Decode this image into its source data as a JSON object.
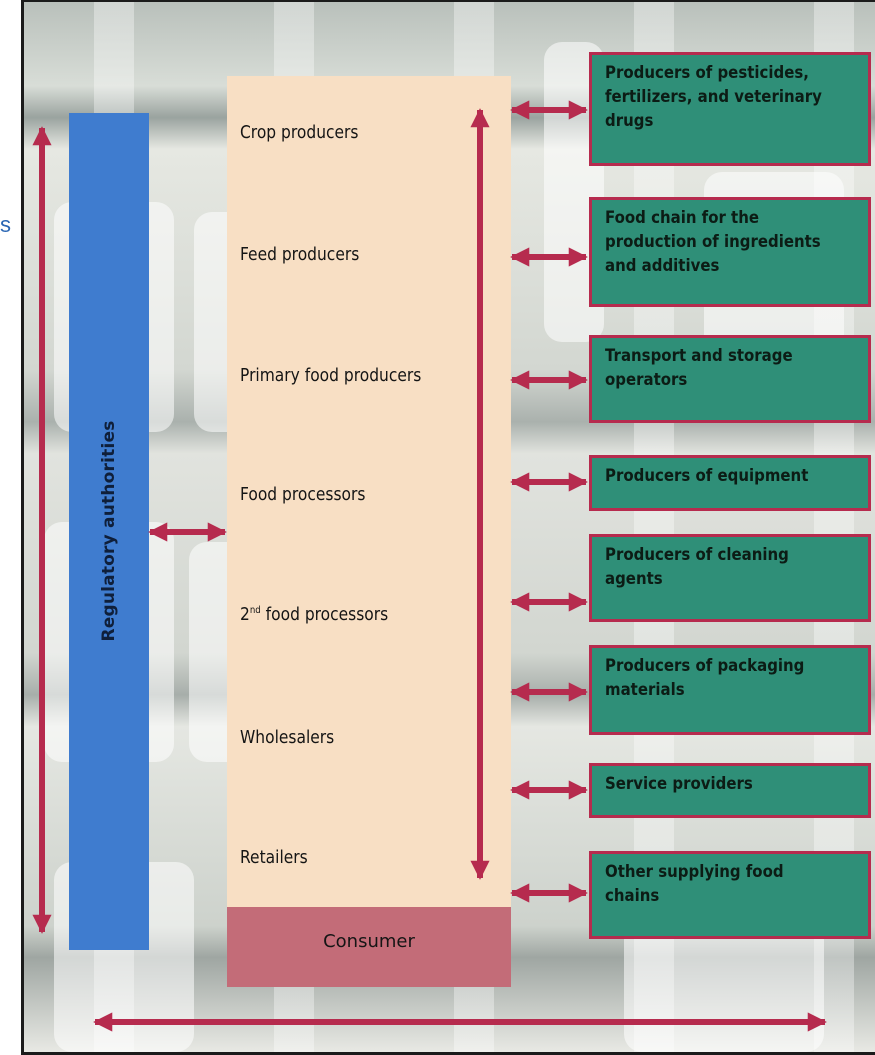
{
  "cut_label": "s",
  "regulatory": {
    "label": "Regulatory authorities"
  },
  "chain": {
    "steps": [
      {
        "label": "Crop producers"
      },
      {
        "label": "Feed producers"
      },
      {
        "label": "Primary food producers"
      },
      {
        "label": "Food processors"
      },
      {
        "label_num": "2",
        "label_sup": "nd",
        "label_rest": " food processors"
      },
      {
        "label": "Wholesalers"
      },
      {
        "label": "Retailers"
      }
    ],
    "consumer": "Consumer"
  },
  "suppliers": [
    {
      "label": "Producers of pesticides, fertilizers, and veterinary drugs"
    },
    {
      "label": "Food chain for the production of ingredients and additives"
    },
    {
      "label": "Transport and storage operators"
    },
    {
      "label": "Producers of equipment"
    },
    {
      "label": "Producers of cleaning agents"
    },
    {
      "label": "Producers of packaging materials"
    },
    {
      "label": "Service providers"
    },
    {
      "label": "Other supplying food chains"
    }
  ],
  "colors": {
    "arrow": "#b62b4e",
    "regulatory_bar": "#3f7ccf",
    "chain_box": "#f8dfc4",
    "consumer_box": "#c36c78",
    "supplier_box": "#2f8f78",
    "supplier_border": "#b62b4e"
  }
}
